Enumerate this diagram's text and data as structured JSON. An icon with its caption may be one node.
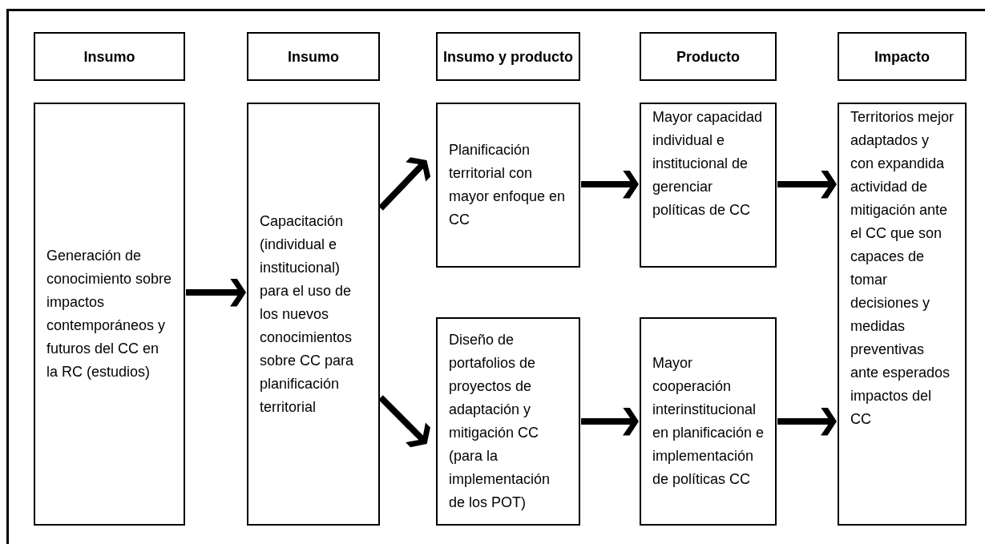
{
  "diagram": {
    "nodes": [
      {
        "text": [
          "Insumo"
        ]
      },
      {
        "text": [
          "Insumo"
        ]
      },
      {
        "text": [
          "Insumo y producto"
        ]
      },
      {
        "text": [
          "Producto"
        ]
      },
      {
        "text": [
          "Impacto"
        ]
      },
      {
        "text": [
          "Generación de conocimiento sobre impactos contemporáneos y futuros del CC en la RC (estudios)"
        ]
      },
      {
        "text": [
          "Capacitación (individual e institucional) para el uso de los nuevos conocimientos sobre CC para planificación territorial"
        ]
      },
      {
        "text": [
          "Planificación territorial con mayor enfoque en CC"
        ]
      },
      {
        "text": [
          "Diseño de portafolios de proyectos de adaptación y mitigación CC (para la implementación de los POT)"
        ]
      },
      {
        "text": [
          "Mayor capacidad individual e institucional de gerenciar políticas de CC"
        ]
      },
      {
        "text": [
          "Mayor cooperación interinstitucional en planificación e implementación de políticas CC"
        ]
      },
      {
        "text": [
          "Territorios mejor adaptados y con expandida actividad de mitigación ante el CC que son capaces de tomar decisiones y medidas preventivas ante esperados impactos del CC"
        ]
      }
    ],
    "edges": [
      {
        "from": 5,
        "to": 6,
        "arrow": "to"
      },
      {
        "from": 6,
        "to": 7,
        "arrow": "to"
      },
      {
        "from": 6,
        "to": 8,
        "arrow": "to"
      },
      {
        "from": 7,
        "to": 9,
        "arrow": "to"
      },
      {
        "from": 8,
        "to": 10,
        "arrow": "to"
      },
      {
        "from": 9,
        "to": 11,
        "arrow": "to"
      },
      {
        "from": 10,
        "to": 11,
        "arrow": "to"
      }
    ]
  }
}
